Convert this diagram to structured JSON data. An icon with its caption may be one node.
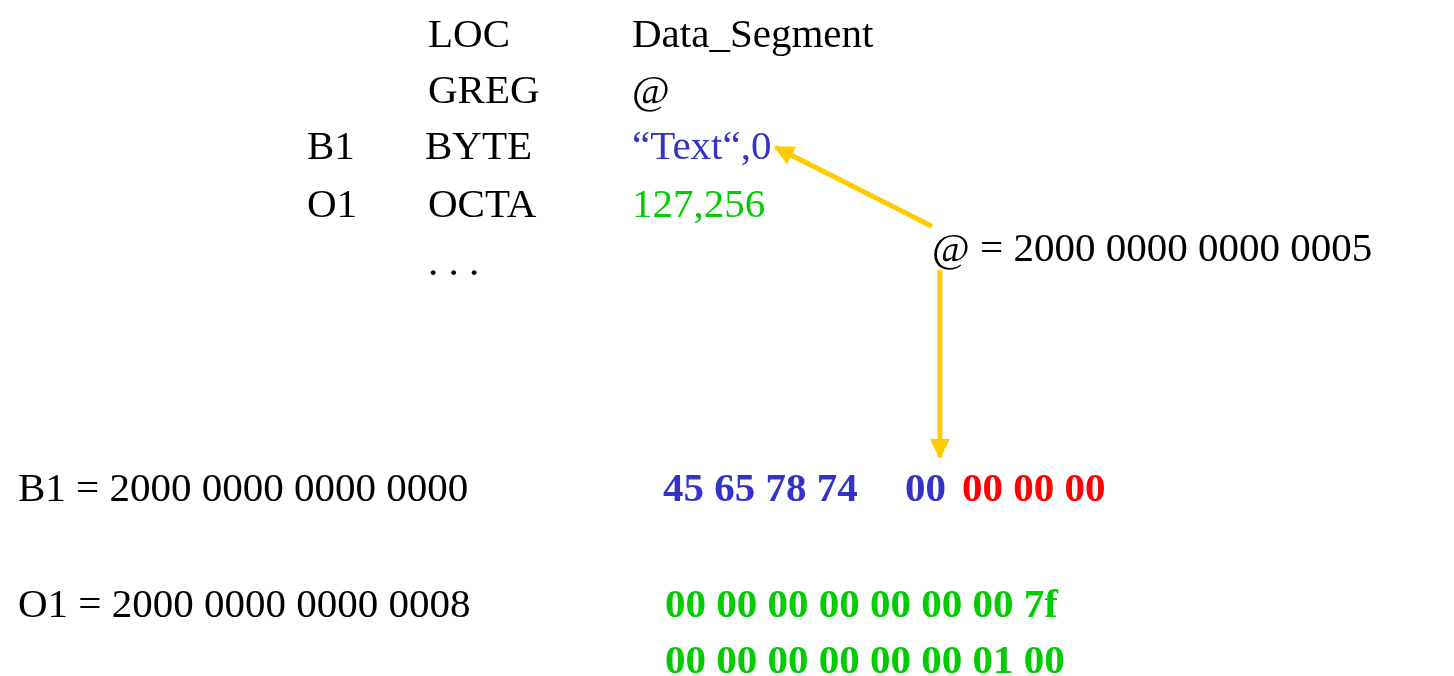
{
  "diagram": {
    "nodes": [
      {
        "text": [
          "@ = 2000 0000 0000 0005"
        ]
      },
      {
        "text": [
          "“Text“,0"
        ]
      },
      {
        "text": [
          "45 65 78 74"
        ]
      },
      {
        "text": [
          "00"
        ]
      },
      {
        "text": [
          "00 00 00"
        ]
      }
    ],
    "edges": [
      {
        "from": 0,
        "to": 1,
        "arrow": "to"
      },
      {
        "from": 0,
        "to": 3,
        "arrow": "to"
      }
    ],
    "labels": [
      "LOC",
      "Data_Segment",
      "GREG",
      "@",
      "B1",
      "BYTE",
      "O1",
      "OCTA",
      "127,256",
      ". . .",
      "B1 = 2000 0000 0000 0000",
      "O1 = 2000 0000 0000 0008",
      "00 00 00 00 00 00 00 7f",
      "00 00 00 00 00 00 01 00"
    ]
  }
}
